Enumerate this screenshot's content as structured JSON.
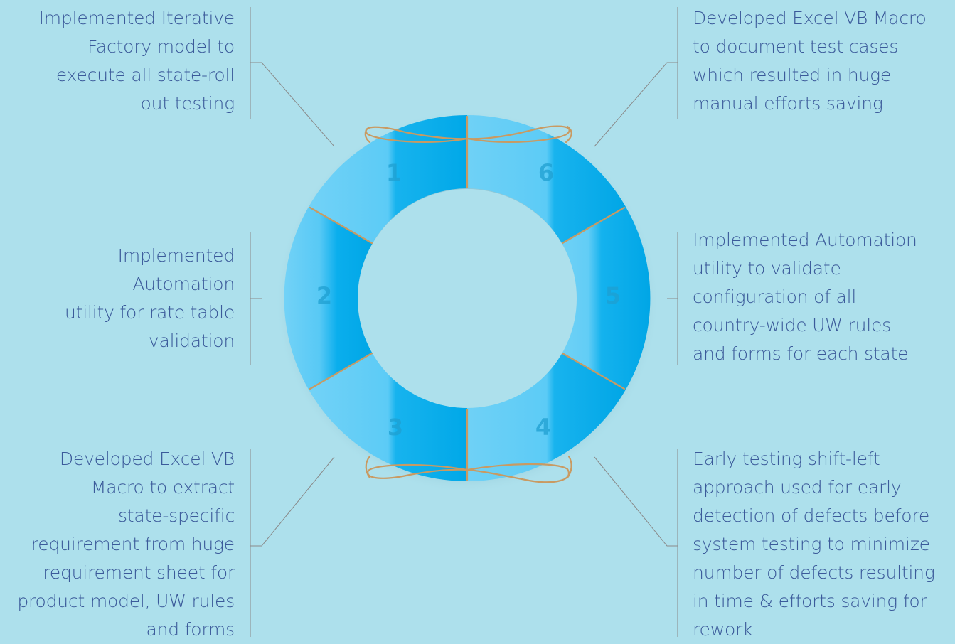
{
  "colors": {
    "background": "#ade0ec",
    "text": "#3b5a9a",
    "ring_light": "#6dd0f5",
    "ring_dark": "#00a8e8",
    "rope": "#c99a62",
    "connector": "#8a8a8a"
  },
  "segments": [
    {
      "number": "1",
      "lines": [
        "Implemented Iterative",
        "Factory model to",
        "execute all state-roll",
        "out testing"
      ]
    },
    {
      "number": "2",
      "lines": [
        "Implemented",
        "Automation",
        "utility for rate table",
        "validation"
      ]
    },
    {
      "number": "3",
      "lines": [
        "Developed Excel VB",
        "Macro to extract",
        "state-specific",
        "requirement from huge",
        "requirement sheet for",
        "product model, UW rules",
        "and  forms"
      ]
    },
    {
      "number": "4",
      "lines": [
        "Early testing shift-left",
        "approach used for early",
        "detection of defects before",
        "system testing to minimize",
        "number of defects resulting",
        "in time & efforts saving for",
        "rework"
      ]
    },
    {
      "number": "5",
      "lines": [
        "Implemented Automation",
        "utility to validate",
        "configuration of all",
        "country-wide UW rules",
        "and forms for each state"
      ]
    },
    {
      "number": "6",
      "lines": [
        "Developed Excel VB Macro",
        "to document test cases",
        "which resulted in huge",
        "manual efforts saving"
      ]
    }
  ]
}
